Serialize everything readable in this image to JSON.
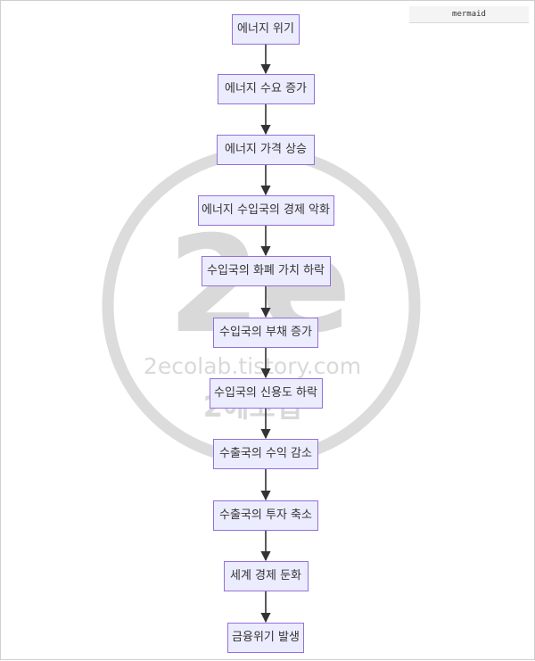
{
  "tag_label": "mermaid",
  "watermark": {
    "site": "2ecolab.tistory.com",
    "name": "2에코랩",
    "logo": "2e"
  },
  "nodes": [
    "에너지 위기",
    "에너지 수요 증가",
    "에너지 가격 상승",
    "에너지 수입국의 경제 악화",
    "수입국의 화폐 가치 하락",
    "수입국의 부채 증가",
    "수입국의 신용도 하락",
    "수출국의 수익 감소",
    "수출국의 투자 축소",
    "세계 경제 둔화",
    "금융위기 발생"
  ],
  "colors": {
    "node_fill": "#ececff",
    "node_border": "#9370db",
    "edge": "#333333",
    "watermark": "#d9d9d9"
  }
}
